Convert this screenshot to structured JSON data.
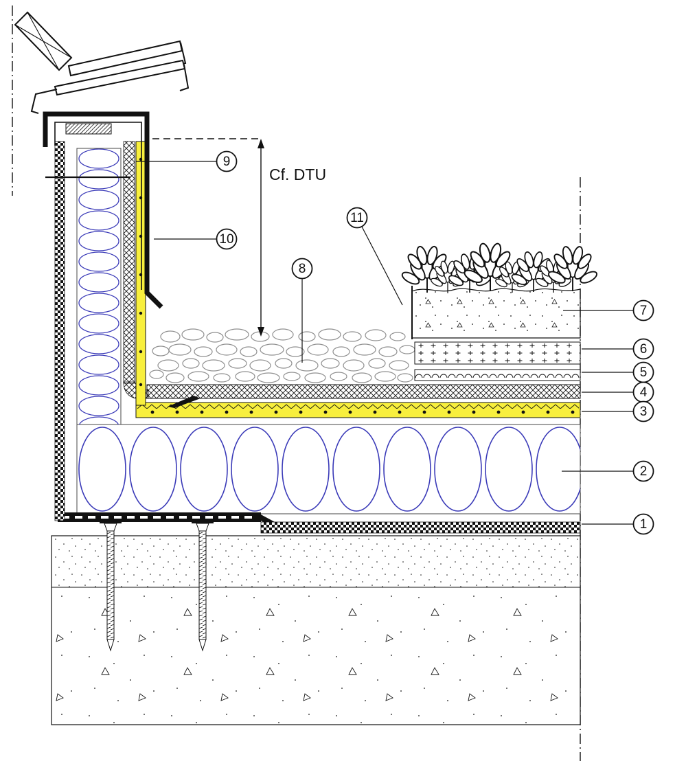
{
  "drawing": {
    "annotation": "Cf. DTU",
    "callouts": [
      {
        "label": "1"
      },
      {
        "label": "2"
      },
      {
        "label": "3"
      },
      {
        "label": "4"
      },
      {
        "label": "5"
      },
      {
        "label": "6"
      },
      {
        "label": "7"
      },
      {
        "label": "8"
      },
      {
        "label": "9"
      },
      {
        "label": "10"
      },
      {
        "label": "11"
      }
    ],
    "colors": {
      "membrane_yellow": "#f8ef3d",
      "insulation_blue": "#3a3ab8",
      "line": "#111111",
      "pebble_grey": "#8f8f8f"
    }
  }
}
